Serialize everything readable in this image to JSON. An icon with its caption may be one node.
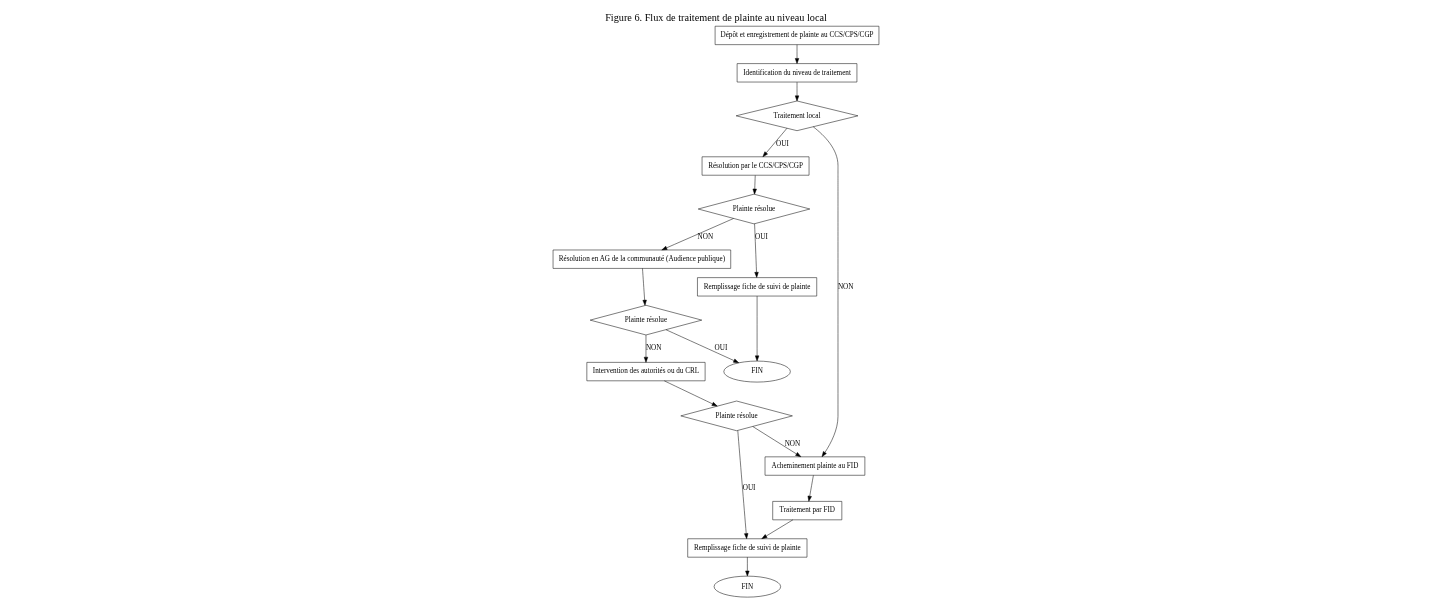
{
  "diagram": {
    "title": "Figure 6. Flux de traitement de plainte au niveau local",
    "nodes": [
      {
        "text": [
          "Dépôt et enregistrement de plainte au CCS/CPS/CGP"
        ]
      },
      {
        "text": [
          "Identification du niveau de traitement"
        ]
      },
      {
        "text": [
          "Traitement local"
        ]
      },
      {
        "text": [
          "Résolution par le CCS/CPS/CGP"
        ]
      },
      {
        "text": [
          "Acheminement plainte au FID"
        ]
      },
      {
        "text": [
          "Traitement par FID"
        ]
      },
      {
        "text": [
          "FIN"
        ]
      },
      {
        "text": [
          "Plainte résolue"
        ]
      },
      {
        "text": [
          "Remplissage fiche de suivi de plainte"
        ]
      },
      {
        "text": [
          "Remplissage fiche de suivi de plainte"
        ]
      },
      {
        "text": [
          "Résolution en AG de la communauté (Audience publique)"
        ]
      },
      {
        "text": [
          "FIN"
        ]
      },
      {
        "text": [
          "Intervention des autorités ou du CRL"
        ]
      },
      {
        "text": [
          "Plainte résolue"
        ]
      },
      {
        "text": [
          "Plainte résolue"
        ]
      }
    ],
    "edges": [
      {
        "from": 0,
        "to": 1,
        "arrow": "to"
      },
      {
        "from": 1,
        "to": 2,
        "arrow": "to"
      },
      {
        "from": 2,
        "to": 3,
        "arrow": "to",
        "label": "OUI"
      },
      {
        "from": 2,
        "to": 4,
        "arrow": "to",
        "label": "NON"
      },
      {
        "from": 4,
        "to": 5,
        "arrow": "to"
      },
      {
        "from": 3,
        "to": 7,
        "arrow": "to"
      },
      {
        "from": 7,
        "to": 8,
        "arrow": "to",
        "label": "OUI"
      },
      {
        "from": 7,
        "to": 10,
        "arrow": "to",
        "label": "NON"
      },
      {
        "from": 8,
        "to": 11,
        "arrow": "to"
      },
      {
        "from": 10,
        "to": 14,
        "arrow": "to"
      },
      {
        "from": 14,
        "to": 12,
        "arrow": "to",
        "label": "NON"
      },
      {
        "from": 14,
        "to": 11,
        "arrow": "to",
        "label": "OUI"
      },
      {
        "from": 12,
        "to": 13,
        "arrow": "to"
      },
      {
        "from": 13,
        "to": 4,
        "arrow": "to",
        "label": "NON"
      },
      {
        "from": 5,
        "to": 9,
        "arrow": "to"
      },
      {
        "from": 13,
        "to": 9,
        "arrow": "to",
        "label": "OUI"
      },
      {
        "from": 9,
        "to": 6,
        "arrow": "to"
      }
    ]
  }
}
